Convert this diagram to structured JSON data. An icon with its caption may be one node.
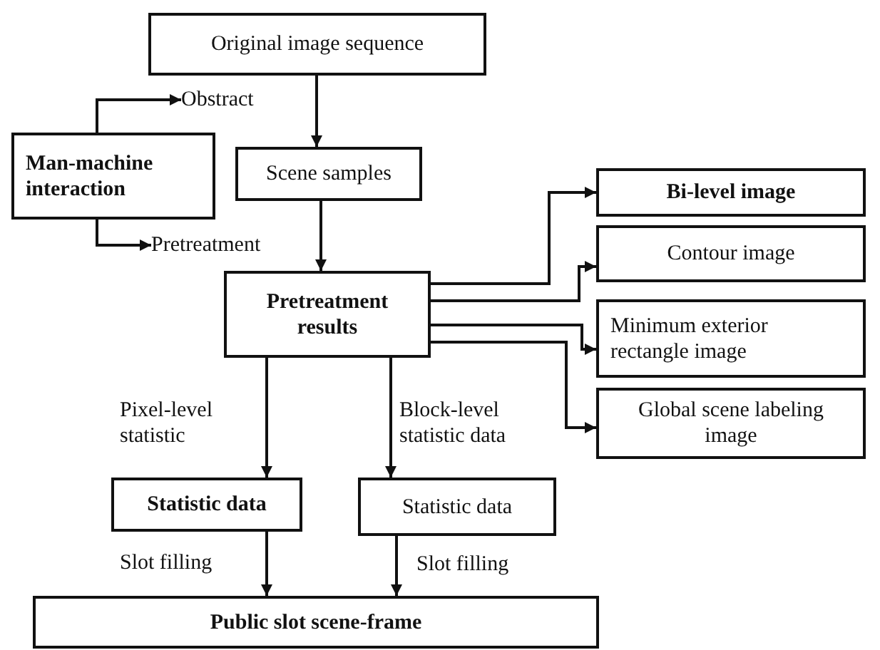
{
  "diagram": {
    "nodes": [
      {
        "text": [
          "Original image sequence"
        ]
      },
      {
        "text": [
          "Man-machine interaction"
        ]
      },
      {
        "text": [
          "Scene samples"
        ]
      },
      {
        "text": [
          "Pretreatment results"
        ]
      },
      {
        "text": [
          "Bi-level image"
        ]
      },
      {
        "text": [
          "Contour image"
        ]
      },
      {
        "text": [
          "Minimum exterior rectangle image"
        ]
      },
      {
        "text": [
          "Global scene labeling image"
        ]
      },
      {
        "text": [
          "Statistic data"
        ]
      },
      {
        "text": [
          "Statistic data"
        ]
      },
      {
        "text": [
          "Public slot scene-frame"
        ]
      },
      {
        "text": [
          "Obstract"
        ]
      },
      {
        "text": [
          "Pretreatment"
        ]
      }
    ],
    "edges": [
      {
        "from": 0,
        "to": 2,
        "arrow": "to"
      },
      {
        "from": 1,
        "to": 11,
        "arrow": "to"
      },
      {
        "from": 1,
        "to": 12,
        "arrow": "to"
      },
      {
        "from": 2,
        "to": 3,
        "arrow": "to"
      },
      {
        "from": 3,
        "to": 4,
        "arrow": "to"
      },
      {
        "from": 3,
        "to": 5,
        "arrow": "to"
      },
      {
        "from": 3,
        "to": 6,
        "arrow": "to"
      },
      {
        "from": 3,
        "to": 7,
        "arrow": "to"
      },
      {
        "from": 3,
        "to": 8,
        "arrow": "to",
        "label": "Pixel-level statistic"
      },
      {
        "from": 3,
        "to": 9,
        "arrow": "to",
        "label": "Block-level statistic data"
      },
      {
        "from": 8,
        "to": 10,
        "arrow": "to",
        "label": "Slot filling"
      },
      {
        "from": 9,
        "to": 10,
        "arrow": "to",
        "label": "Slot filling"
      }
    ]
  }
}
